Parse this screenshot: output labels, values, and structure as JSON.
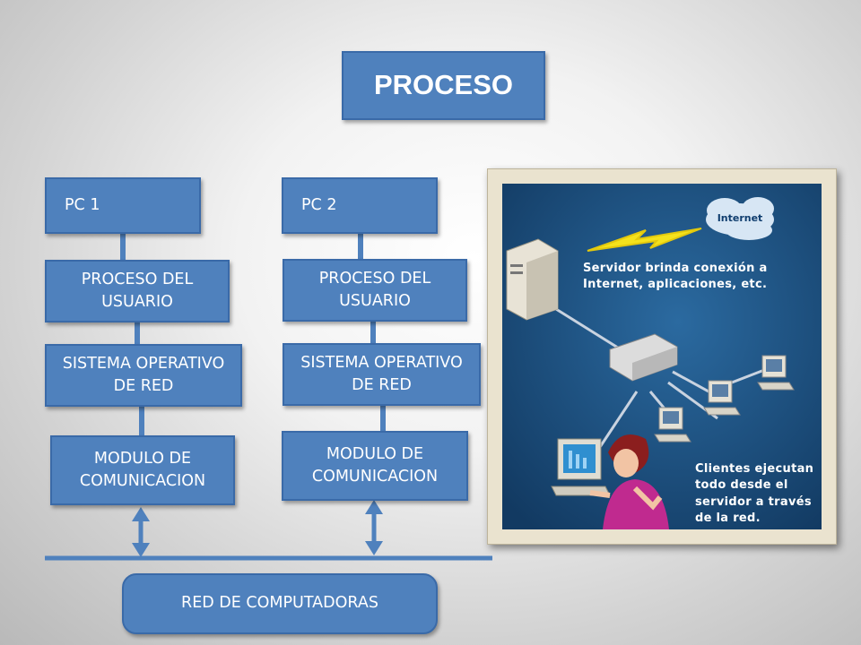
{
  "title": "PROCESO",
  "columns": [
    {
      "pc": "PC 1",
      "user_process": "PROCESO DEL USUARIO",
      "os": "SISTEMA OPERATIVO DE RED",
      "comm": "MODULO DE COMUNICACION"
    },
    {
      "pc": "PC 2",
      "user_process": "PROCESO DEL USUARIO",
      "os": "SISTEMA OPERATIVO DE RED",
      "comm": "MODULO DE COMUNICACION"
    }
  ],
  "network": "RED DE COMPUTADORAS",
  "illustration": {
    "cloud_label": "Internet",
    "server_caption": "Servidor brinda conexión a Internet, aplicaciones, etc.",
    "client_caption": "Clientes ejecutan todo desde el servidor a través de la red."
  },
  "colors": {
    "box_fill": "#4f81bd",
    "box_border": "#3a6aa8",
    "connector": "#4f81bd",
    "illustration_bg": "#1d4f7f"
  }
}
